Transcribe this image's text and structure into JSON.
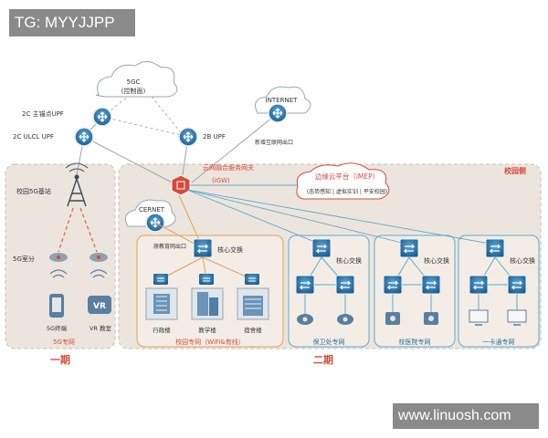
{
  "overlay": {
    "tag": "TG: MYYJJPP",
    "watermark": "www.linuosh.com"
  },
  "nodes": {
    "fivegc": "5GC",
    "fivegc_sub": "(控制面)",
    "internet": "INTERNET",
    "upf_anchor": "2C 主锚点UPF",
    "upf_ulcl": "2C ULCL UPF",
    "upf_2b": "2B UPF",
    "new_internet_exit": "新增互联网出口",
    "campus_5g_base": "校园5G基站",
    "igw_title": "云网融合服务网关",
    "igw": "(iGW)",
    "edge_title": "边缘云平台（iMEP）",
    "edge_sub": "(态势感知 | 虚拟实训 | 平安校园)",
    "campus_side": "校园侧",
    "cernet": "CERNET",
    "edu_exit": "原教育网出口",
    "core_switch": "核心交换",
    "indoor_5g": "5G室分",
    "terminal_5g": "5G终端",
    "vr_classroom": "VR 教室",
    "admin_bldg": "行政楼",
    "teach_bldg": "教学楼",
    "dorm_bldg": "宿舍楼",
    "private_5g": "5G专网",
    "campus_net": "校园专网（WiFi&有线）",
    "security_net": "保卫处专网",
    "hospital_net": "校医院专网",
    "card_net": "一卡通专网",
    "phase1": "一期",
    "phase2": "二期"
  },
  "colors": {
    "panel_fill": "#ece5de",
    "panel_border": "#c9c0b7",
    "accent_red": "#d64a3a",
    "router_blue": "#2f6f9e",
    "line_blue": "#5fa9c9",
    "line_orange": "#e0a15a",
    "dashed_red": "#d96a5a"
  }
}
